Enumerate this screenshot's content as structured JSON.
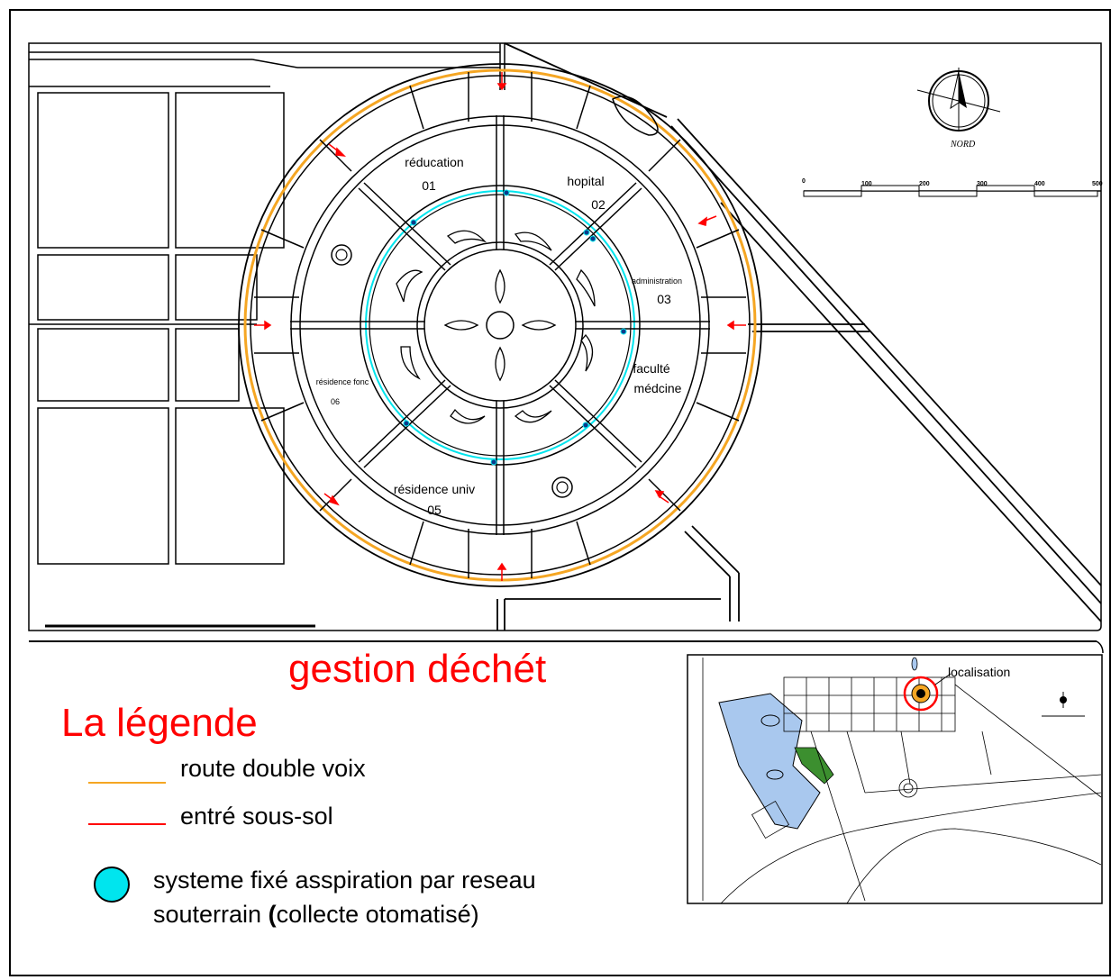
{
  "colors": {
    "road_double": "#f5a623",
    "underground_entry": "#ff0000",
    "aspiration_network": "#00e5ee",
    "title_red": "#ff0000",
    "lake_blue": "#a9c8ee",
    "park_green": "#3c8f2f"
  },
  "icons": [
    "north-arrow-icon",
    "scale-bar",
    "entry-arrow-icon",
    "aspiration-point-icon"
  ],
  "plan": {
    "zones": [
      {
        "name": "réducation",
        "number": "01"
      },
      {
        "name": "hopital",
        "number": "02"
      },
      {
        "name": "administration",
        "number": "03"
      },
      {
        "name": "faculté",
        "name_line2": "médcine"
      },
      {
        "name": "résidence univ",
        "number": "05"
      },
      {
        "name": "résidence fonc",
        "number": "06"
      }
    ],
    "north_label": "NORD",
    "scale_ticks": [
      "0",
      "100",
      "200",
      "300",
      "400",
      "500"
    ]
  },
  "title": "gestion déchét",
  "legend": {
    "title": "La légende",
    "items": [
      {
        "label": "route double voix"
      },
      {
        "label": "entré sous-sol"
      },
      {
        "label_part1": "systeme fixé asspiration par reseau souterrain ",
        "label_bold": "(",
        "label_part2": "collecte otomatisé)"
      }
    ]
  },
  "inset": {
    "label": "localisation"
  }
}
